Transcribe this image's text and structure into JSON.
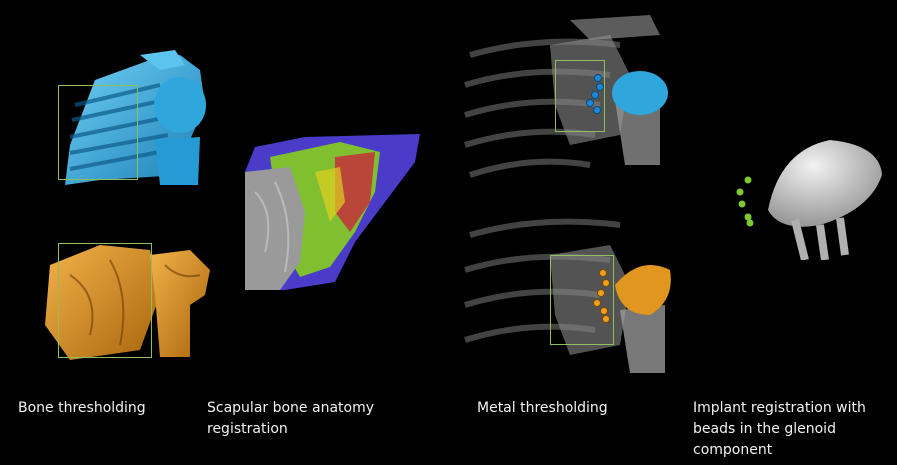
{
  "captions": {
    "bone_thresholding": "Bone thresholding",
    "scapular_line1": "Scapular bone anatomy",
    "scapular_line2": "registration",
    "metal_thresholding": "Metal thresholding",
    "implant_line1": "Implant registration with",
    "implant_line2": "beads in the glenoid",
    "implant_line3": "component"
  },
  "colors": {
    "background": "#000000",
    "caption_text": "#f2f2f2",
    "box_outline": "#8fbf5a",
    "bone_blue": "#2fa6dc",
    "bone_orange": "#e0961f",
    "bead_blue": "#1e88d6",
    "bead_orange": "#f0a020",
    "bead_green": "#7ec832",
    "registration_green": "#7fbf30",
    "registration_red": "#c8283c",
    "registration_purple": "#4a3cc8",
    "xray_grey": "#9a9a9a",
    "implant_grey": "#d8d8d8"
  }
}
